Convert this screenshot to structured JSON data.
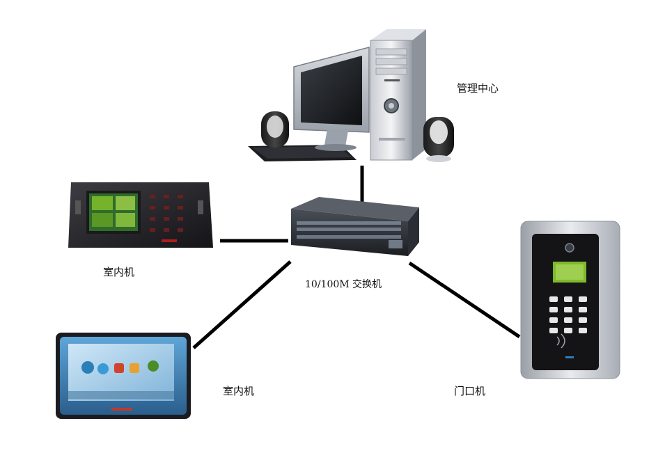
{
  "labels": {
    "management_center": "管理中心",
    "switch": "10/100M 交换机",
    "indoor_unit_top": "室内机",
    "indoor_unit_bottom": "室内机",
    "door_unit": "门口机"
  },
  "colors": {
    "link": "#000000",
    "accent_green": "#7dbb2a",
    "screen_blue": "#2b7fb8",
    "device_dark": "#2a2a2e"
  }
}
